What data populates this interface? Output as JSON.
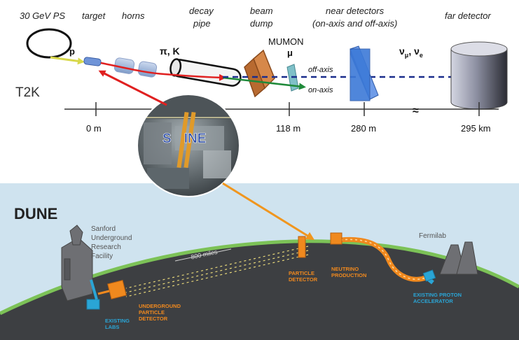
{
  "t2k": {
    "label": "T2K",
    "headers": {
      "ps": "30 GeV PS",
      "target": "target",
      "horns": "horns",
      "decay_1": "decay",
      "decay_2": "pipe",
      "beam_1": "beam",
      "beam_2": "dump",
      "near_1": "near detectors",
      "near_2": "(on-axis and off-axis)",
      "far": "far detector"
    },
    "particles": {
      "proton": "p",
      "pion_kaon": "π, K",
      "mumon": "MUMON",
      "muon": "μ",
      "neutrino_1": "ν",
      "neutrino_sub_1": "μ",
      "neutrino_sep": ", ",
      "neutrino_2": "ν",
      "neutrino_sub_2": "e"
    },
    "beams": {
      "off_axis": "off-axis",
      "on_axis": "on-axis"
    },
    "distances": [
      "0 m",
      "118 m",
      "280 m",
      "295 km"
    ],
    "break_mark": "≈",
    "colors": {
      "proton_beam": "#d8d84a",
      "pion_beam": "#e02020",
      "on_axis_beam": "#1f8a3a",
      "off_axis_beam": "#1a2d8c",
      "beam_dump": "#b86a30",
      "near_detector": "#3d7ad8",
      "far_detector": "#6b6f7c"
    }
  },
  "shine": {
    "logo_1": "S",
    "logo_2": "INE",
    "arrow_colors": {
      "to_t2k": "#e02020",
      "to_dune": "#f0961e"
    }
  },
  "dune": {
    "label": "DUNE",
    "site_sanford": [
      "Sanford",
      "Underground",
      "Research",
      "Facility"
    ],
    "site_fermilab": "Fermilab",
    "distance": "800 miles",
    "labels": {
      "particle_detector": [
        "PARTICLE",
        "DETECTOR"
      ],
      "neutrino_production": [
        "NEUTRINO",
        "PRODUCTION"
      ],
      "underground_detector": [
        "UNDERGROUND",
        "PARTICLE",
        "DETECTOR"
      ],
      "existing_labs": [
        "EXISTING",
        "LABS"
      ],
      "existing_accelerator": [
        "EXISTING PROTON",
        "ACCELERATOR"
      ]
    },
    "colors": {
      "sky": "#cfe3ef",
      "earth": "#3d3f42",
      "surface": "#7cc257",
      "orange": "#f0891e",
      "blue": "#2aa5d6"
    }
  }
}
